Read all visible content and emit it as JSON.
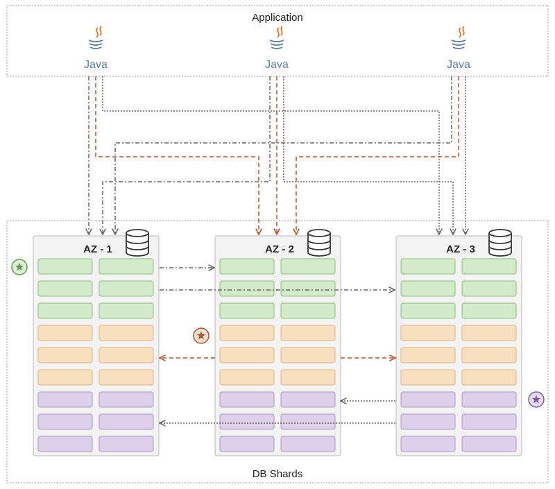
{
  "application": {
    "label": "Application"
  },
  "clients": [
    {
      "label": "Java"
    },
    {
      "label": "Java"
    },
    {
      "label": "Java"
    }
  ],
  "shards_region": {
    "label": "DB Shards"
  },
  "zones": [
    {
      "label": "AZ - 1"
    },
    {
      "label": "AZ - 2"
    },
    {
      "label": "AZ - 3"
    }
  ],
  "shard_colors": {
    "green": "#d4ebc9",
    "orange": "#f8dfbf",
    "purple": "#ddd0ea",
    "green_border": "#8dbd78",
    "orange_border": "#e0b37c",
    "purple_border": "#ab95c6"
  },
  "line_colors": {
    "gray": "#666666",
    "brown": "#b5532a"
  },
  "primary_markers": [
    {
      "icon": "star-icon",
      "color": "#5c9a4e",
      "fill": "#e0f0d8"
    },
    {
      "icon": "star-icon",
      "color": "#b5532a",
      "fill": "#f7e0cf"
    },
    {
      "icon": "star-icon",
      "color": "#7a5aa6",
      "fill": "#e6dcf0"
    }
  ]
}
